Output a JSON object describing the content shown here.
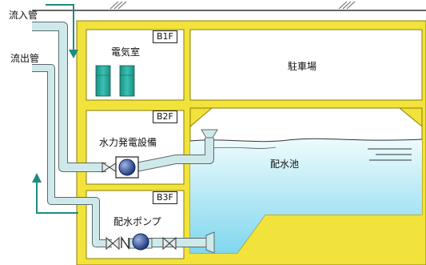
{
  "diagram": {
    "labels": {
      "inflow_pipe": "流入管",
      "outflow_pipe": "流出管",
      "electrical_room": "電気室",
      "parking": "駐車場",
      "hydro_power": "水力発電設備",
      "reservoir": "配水池",
      "distribution_pump": "配水ポンプ"
    },
    "floors": [
      "B1F",
      "B2F",
      "B3F"
    ],
    "colors": {
      "wall": "#f2e33c",
      "wall_outline": "#7a7000",
      "pipe_fill": "#cfe9ea",
      "pipe_outline": "#5a6a6b",
      "water_top": "#e8f8fb",
      "water_bottom": "#7fd7ee",
      "tank": "#2aa79a",
      "pump_blue": "#1b3d8c",
      "arrow": "#1f8a80"
    }
  }
}
